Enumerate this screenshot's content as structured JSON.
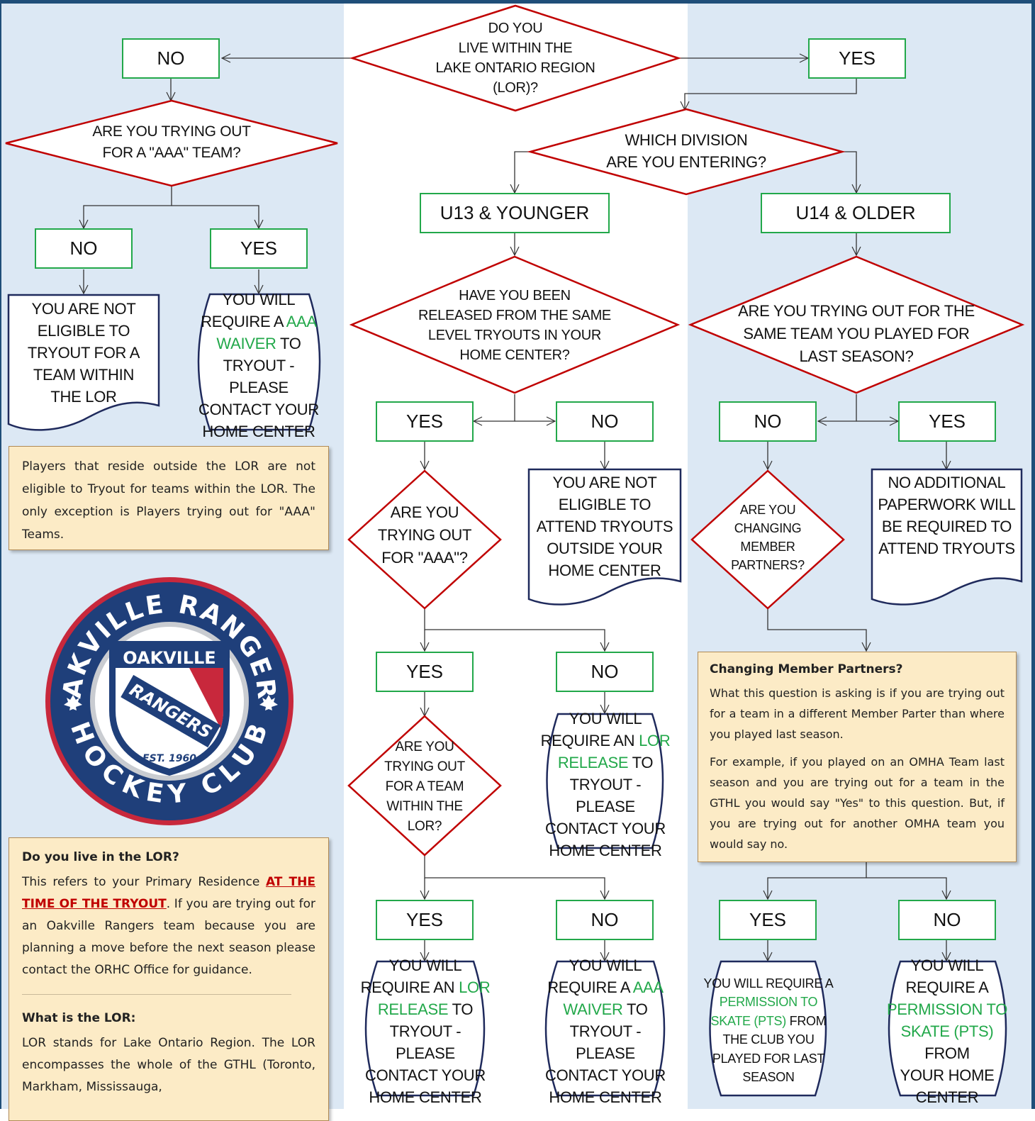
{
  "decisions": {
    "live_in_lor": "DO YOU\nLIVE WITHIN THE\nLAKE ONTARIO REGION (LOR)?",
    "aaa_team": "ARE YOU TRYING OUT\nFOR A \"AAA\" TEAM?",
    "which_division": "WHICH DIVISION\nARE YOU ENTERING?",
    "released": "HAVE YOU BEEN\nRELEASED FROM THE SAME\nLEVEL TRYOUTS IN YOUR\nHOME CENTER?",
    "same_team": "ARE YOU TRYING OUT FOR THE\nSAME TEAM YOU PLAYED FOR\nLAST SEASON?",
    "trying_aaa": "ARE YOU\nTRYING OUT\nFOR \"AAA\"?",
    "changing_partners": "ARE YOU\nCHANGING\nMEMBER\nPARTNERS?",
    "team_within_lor": "ARE YOU\nTRYING OUT\nFOR A TEAM\nWITHIN THE\nLOR?"
  },
  "boxes": {
    "no_top": "NO",
    "yes_top": "YES",
    "no_aaa": "NO",
    "yes_aaa": "YES",
    "u13": "U13 & YOUNGER",
    "u14": "U14 & OLDER",
    "yes_released": "YES",
    "no_released": "NO",
    "no_same_team": "NO",
    "yes_same_team": "YES",
    "yes_trying_aaa": "YES",
    "no_trying_aaa": "NO",
    "yes_within_lor": "YES",
    "no_within_lor": "NO",
    "yes_changing": "YES",
    "no_changing": "NO"
  },
  "outcomes": {
    "not_eligible_lor": "YOU ARE NOT\nELIGIBLE TO\nTRYOUT FOR A\nTEAM WITHIN\nTHE LOR",
    "aaa_waiver_top": {
      "a": "YOU WILL\nREQUIRE A ",
      "g": "AAA\nWAIVER",
      "b": " TO\nTRYOUT - PLEASE\nCONTACT YOUR\nHOME CENTER"
    },
    "not_eligible_outside": "YOU ARE NOT\nELIGIBLE TO\nATTEND TRYOUTS\nOUTSIDE YOUR\nHOME CENTER",
    "no_paperwork": "NO ADDITIONAL\nPAPERWORK WILL\nBE  REQUIRED TO\nATTEND TRYOUTS",
    "lor_release_mid": {
      "a": "YOU WILL\nREQUIRE AN ",
      "g": "LOR\nRELEASE",
      "b": " TO\nTRYOUT - PLEASE\nCONTACT YOUR\nHOME CENTER"
    },
    "lor_release_bottom": {
      "a": "YOU WILL\nREQUIRE AN ",
      "g": "LOR\nRELEASE",
      "b": " TO\nTRYOUT - PLEASE\nCONTACT YOUR\nHOME CENTER"
    },
    "aaa_waiver_bottom": {
      "a": "YOU WILL\nREQUIRE A ",
      "g": "AAA\nWAIVER",
      "b": " TO\nTRYOUT - PLEASE\nCONTACT YOUR\nHOME CENTER"
    },
    "pts_club": {
      "a": "YOU WILL REQUIRE A\n",
      "g": "PERMISSION TO\nSKATE (PTS)",
      "b": " FROM\nTHE CLUB YOU\nPLAYED FOR LAST\nSEASON"
    },
    "pts_home": {
      "a": "YOU WILL\nREQUIRE A\n",
      "g": "PERMISSION TO\nSKATE (PTS)",
      "b": " FROM\nYOUR HOME\nCENTER"
    }
  },
  "notes": {
    "outside_lor": "Players that reside outside the LOR are not eligible to Tryout for teams within the LOR. The only exception is Players trying out for \"AAA\" Teams.",
    "changing_title": "Changing Member Partners?",
    "changing_p1": "What this question is asking is if you are trying out for a team in a different Member Parter than where you played last season.",
    "changing_p2": "For example, if you played on an OMHA Team last season and you are trying out for a team in the GTHL you would say \"Yes\" to this question. But, if you are trying out for another OMHA team you would say no.",
    "live_title": "Do you live in the LOR?",
    "live_a": "This refers to your Primary Residence ",
    "live_red": "AT THE TIME OF THE TRYOUT",
    "live_b": ". If you are trying out for an Oakville Rangers team because you are planning a move before the next season please contact the ORHC Office for guidance.",
    "what_title": "What is the LOR:",
    "what_text": "LOR stands for Lake Ontario Region. The LOR encompasses the whole of the GTHL (Toronto, Markham, Mississauga,"
  },
  "logo": {
    "ring_top": "OAKVILLE RANGERS",
    "ring_bottom": "HOCKEY CLUB",
    "shield_top": "OAKVILLE",
    "shield_band": "RANGERS",
    "est": "EST. 1960"
  },
  "colors": {
    "panel_blue": "#dce8f4",
    "decision_red": "#c00000",
    "box_green": "#22a84a",
    "outcome_navy": "#1f2a5c",
    "note_fill": "#fcebc6",
    "logo_navy": "#1f3f7a",
    "logo_red": "#c8283c"
  }
}
